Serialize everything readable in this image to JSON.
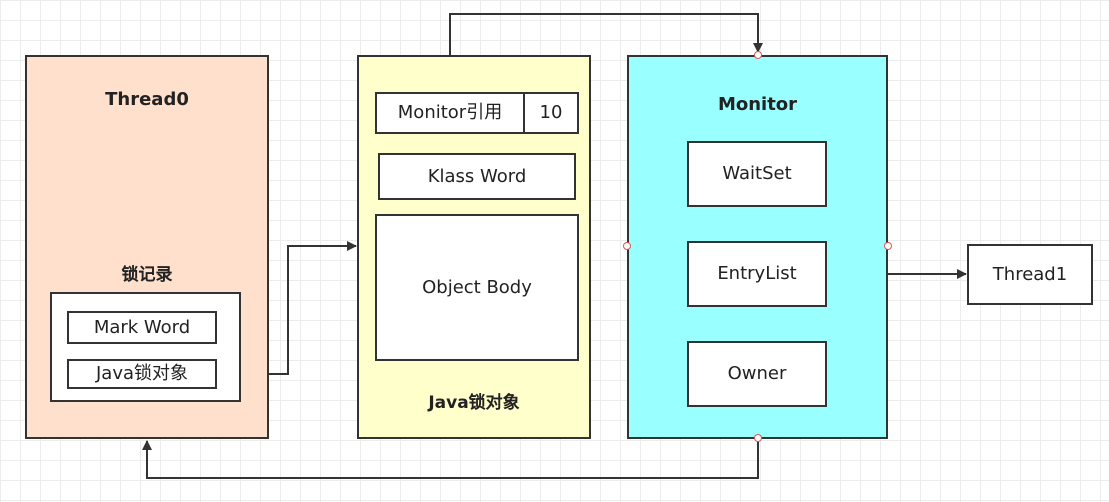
{
  "thread0": {
    "title": "Thread0",
    "lock_record_title": "锁记录",
    "mark_word": "Mark Word",
    "java_lock_object_ref": "Java锁对象"
  },
  "java_lock_object": {
    "monitor_ref": "Monitor引用",
    "monitor_ref_value": "10",
    "klass_word": "Klass Word",
    "object_body": "Object Body",
    "title": "Java锁对象"
  },
  "monitor": {
    "title": "Monitor",
    "wait_set": "WaitSet",
    "entry_list": "EntryList",
    "owner": "Owner"
  },
  "thread1": {
    "label": "Thread1"
  },
  "colors": {
    "thread0_fill": "#ffe0cc",
    "lock_object_fill": "#ffffcc",
    "monitor_fill": "#99ffff",
    "line": "#333333",
    "anchor": "#e05555"
  }
}
